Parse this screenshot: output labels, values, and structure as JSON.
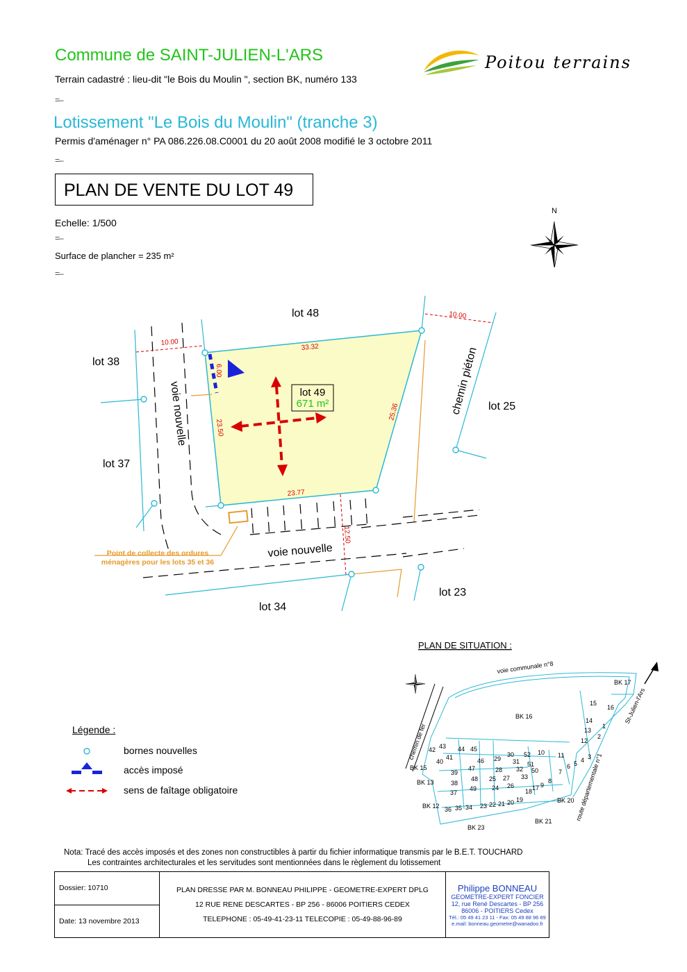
{
  "header": {
    "commune": "Commune de SAINT-JULIEN-L'ARS",
    "cadastre": "Terrain cadastré : lieu-dit \"le Bois du Moulin \", section BK, numéro 133",
    "lotissement": "Lotissement \"Le Bois du Moulin\"  (tranche 3)",
    "permis": "Permis d'aménager n° PA 086.226.08.C0001 du 20 août 2008 modifié le 3 octobre 2011",
    "plan_title": "PLAN DE VENTE DU LOT 49",
    "echelle": "Echelle: 1/500",
    "surface": "Surface de plancher = 235 m²",
    "mark": "=–",
    "logo_text": "Poitou terrains"
  },
  "colors": {
    "green": "#22c41a",
    "cyan": "#29b8d6",
    "lot_fill": "#fbfbc7",
    "dimension_red": "#d80000",
    "orange": "#e59a2c",
    "access_blue": "#1b23d8"
  },
  "plan": {
    "north": "N",
    "lot48": "lot 48",
    "lot38": "lot 38",
    "lot37": "lot 37",
    "lot25": "lot 25",
    "lot34": "lot 34",
    "lot23": "lot 23",
    "voie1": "voie nouvelle",
    "voie2": "voie nouvelle",
    "chemin": "chemin piéton",
    "lot49": "lot 49",
    "area": "671 m²",
    "dims": {
      "d1000a": "10.00",
      "d1000b": "10.00",
      "d3332": "33.32",
      "d600": "6.00",
      "d2350": "23.50",
      "d2536": "25.36",
      "d2377": "23.77",
      "d1250": "12.50"
    },
    "collecte1": "Point de collecte des ordures",
    "collecte2": "ménagères pour les lots 35 et 36"
  },
  "situation": {
    "title": "PLAN DE SITUATION :",
    "labels": {
      "voie_communale": "voie communale n°8",
      "bk17": "BK 17",
      "bk16": "BK 16",
      "st_julien": "St-Julien-l'Ars",
      "chemin_fer": "chemin de fer",
      "route": "route départementale n°1",
      "bk15": "BK 15",
      "bk13": "BK 13",
      "bk12": "BK 12",
      "bk23": "BK 23",
      "bk21": "BK 21",
      "bk20": "BK 20"
    },
    "lots": [
      "15",
      "16",
      "14",
      "1",
      "13",
      "2",
      "12",
      "43",
      "44",
      "45",
      "42",
      "41",
      "46",
      "40",
      "39",
      "47",
      "38",
      "48",
      "37",
      "49",
      "29",
      "30",
      "52",
      "10",
      "31",
      "51",
      "28",
      "32",
      "50",
      "25",
      "27",
      "33",
      "24",
      "26",
      "11",
      "3",
      "4",
      "5",
      "6",
      "7",
      "8",
      "9",
      "17",
      "18",
      "19",
      "20",
      "21",
      "22",
      "23",
      "34",
      "35",
      "36"
    ]
  },
  "legend": {
    "title": "Légende :",
    "items": [
      "bornes nouvelles",
      "accès imposé",
      "sens de faîtage obligatoire"
    ]
  },
  "note": {
    "line1": "Nota: Tracé des accès imposés et des zones non constructibles à partir du fichier informatique transmis par le B.E.T. TOUCHARD",
    "line2": "Les contraintes architecturales et les servitudes sont mentionnées dans le règlement du lotissement"
  },
  "footer": {
    "dossier": "Dossier: 10710",
    "date": "Date: 13 novembre 2013",
    "line1": "PLAN DRESSE PAR M. BONNEAU PHILIPPE - GEOMETRE-EXPERT DPLG",
    "line2": "12 RUE RENE DESCARTES - BP 256 - 86006 POITIERS CEDEX",
    "line3": "TELEPHONE : 05-49-41-23-11   TELECOPIE : 05-49-88-96-89",
    "stamp_name": "Philippe BONNEAU",
    "stamp_l1": "GEOMETRE-EXPERT FONCIER",
    "stamp_l2": "12, rue René Descartes - BP 256",
    "stamp_l3": "86006 -  POITIERS Cedex",
    "stamp_l4": "Tél.: 05 49 41 23 11 - Fax: 05 49 88 96 89",
    "stamp_l5": "e.mail: bonneau.geometre@wanadoo.fr"
  }
}
